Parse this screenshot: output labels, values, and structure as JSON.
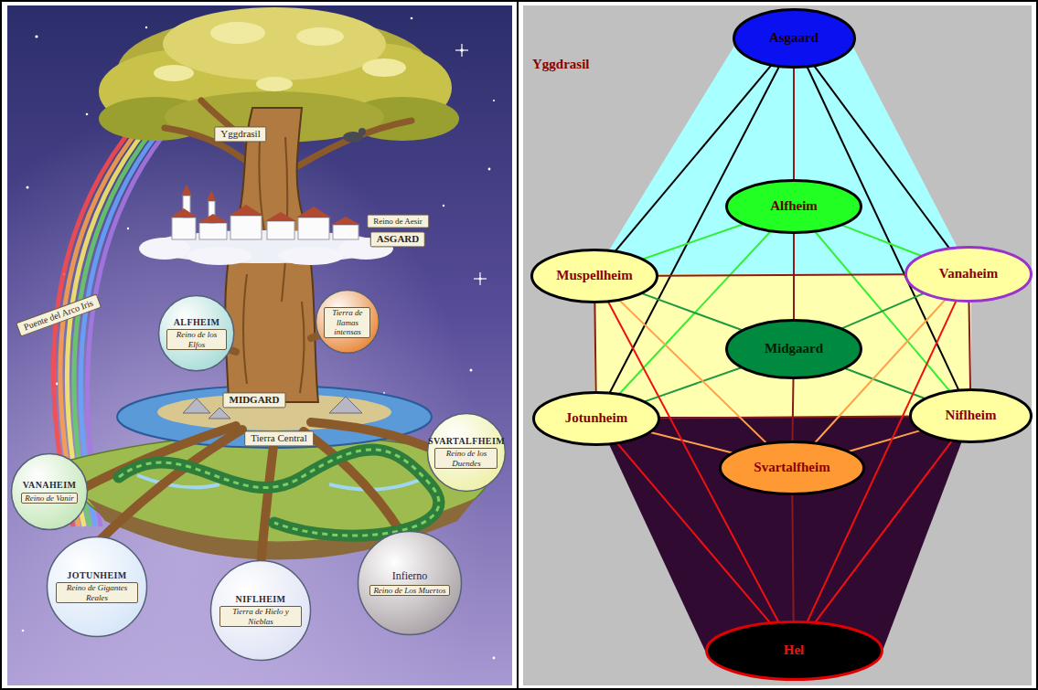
{
  "diagram": {
    "title": "Yggdrasil",
    "nodes": [
      {
        "text": [
          "ALFHEIM",
          "Reino de los Elfos"
        ]
      },
      {
        "text": [
          "Tierra de llamas intensas"
        ]
      },
      {
        "text": [
          "VANAHEIM",
          "Reino de Vanir"
        ]
      },
      {
        "text": [
          "SVARTALFHEIM",
          "Reino de los Duendes"
        ]
      },
      {
        "text": [
          "JOTUNHEIM",
          "Reino de Gigantes Reales"
        ]
      },
      {
        "text": [
          "NIFLHEIM",
          "Tierra de Hielo y Nieblas"
        ]
      },
      {
        "text": [
          "Infierno",
          "Reino de Los Muertos"
        ]
      },
      {
        "text": [
          "Asgaard"
        ]
      },
      {
        "text": [
          "Alfheim"
        ]
      },
      {
        "text": [
          "Muspellheim"
        ]
      },
      {
        "text": [
          "Vanaheim"
        ]
      },
      {
        "text": [
          "Midgaard"
        ]
      },
      {
        "text": [
          "Jotunheim"
        ]
      },
      {
        "text": [
          "Niflheim"
        ]
      },
      {
        "text": [
          "Svartalfheim"
        ]
      },
      {
        "text": [
          "Hel"
        ]
      }
    ],
    "edges": [
      {
        "from": 7,
        "to": 8,
        "arrow": "none"
      },
      {
        "from": 8,
        "to": 11,
        "arrow": "none"
      },
      {
        "from": 11,
        "to": 14,
        "arrow": "none"
      },
      {
        "from": 14,
        "to": 15,
        "arrow": "none"
      },
      {
        "from": 7,
        "to": 9,
        "arrow": "none"
      },
      {
        "from": 7,
        "to": 12,
        "arrow": "none"
      },
      {
        "from": 7,
        "to": 10,
        "arrow": "none"
      },
      {
        "from": 7,
        "to": 13,
        "arrow": "none"
      },
      {
        "from": 8,
        "to": 9,
        "arrow": "none"
      },
      {
        "from": 8,
        "to": 12,
        "arrow": "none"
      },
      {
        "from": 8,
        "to": 10,
        "arrow": "none"
      },
      {
        "from": 8,
        "to": 13,
        "arrow": "none"
      },
      {
        "from": 11,
        "to": 9,
        "arrow": "none"
      },
      {
        "from": 11,
        "to": 12,
        "arrow": "none"
      },
      {
        "from": 11,
        "to": 10,
        "arrow": "none"
      },
      {
        "from": 11,
        "to": 13,
        "arrow": "none"
      },
      {
        "from": 9,
        "to": 10,
        "arrow": "none"
      },
      {
        "from": 9,
        "to": 12,
        "arrow": "none"
      },
      {
        "from": 10,
        "to": 13,
        "arrow": "none"
      },
      {
        "from": 12,
        "to": 13,
        "arrow": "none"
      },
      {
        "from": 14,
        "to": 9,
        "arrow": "none"
      },
      {
        "from": 14,
        "to": 12,
        "arrow": "none"
      },
      {
        "from": 14,
        "to": 10,
        "arrow": "none"
      },
      {
        "from": 14,
        "to": 13,
        "arrow": "none"
      },
      {
        "from": 15,
        "to": 9,
        "arrow": "none"
      },
      {
        "from": 15,
        "to": 12,
        "arrow": "none"
      },
      {
        "from": 15,
        "to": 10,
        "arrow": "none"
      },
      {
        "from": 15,
        "to": 13,
        "arrow": "none"
      }
    ],
    "labels": [
      "Yggdrasil",
      "Reino de Aesir",
      "ASGARD",
      "Puente del Arco Iris",
      "MIDGARD",
      "Tierra Central"
    ]
  }
}
